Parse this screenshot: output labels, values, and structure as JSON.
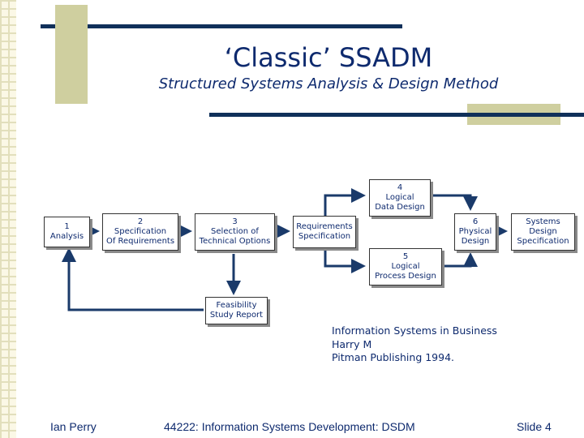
{
  "slide": {
    "title": "‘Classic’ SSADM",
    "subtitle": "Structured Systems Analysis & Design Method"
  },
  "diagram": {
    "boxes": {
      "analysis": [
        "1",
        "Analysis"
      ],
      "specification": [
        "2",
        "Specification",
        "Of Requirements"
      ],
      "selection": [
        "3",
        "Selection of",
        "Technical Options"
      ],
      "requirements": [
        "Requirements",
        "Specification"
      ],
      "logical_data": [
        "4",
        "Logical",
        "Data Design"
      ],
      "logical_process": [
        "5",
        "Logical",
        "Process Design"
      ],
      "physical": [
        "6",
        "Physical",
        "Design"
      ],
      "systems_design": [
        "Systems",
        "Design",
        "Specification"
      ],
      "feasibility": [
        "Feasibility",
        "Study Report"
      ]
    }
  },
  "reference": {
    "line1": "Information Systems in Business",
    "line2": "Harry M",
    "line3": "Pitman Publishing 1994."
  },
  "footer": {
    "author": "Ian Perry",
    "course": "44222: Information Systems Development: DSDM",
    "slide": "Slide 4"
  },
  "colors": {
    "navy": "#10305a",
    "olive": "#cfcf9f",
    "text": "#0e2a6e",
    "arrow": "#1a3a6a"
  }
}
